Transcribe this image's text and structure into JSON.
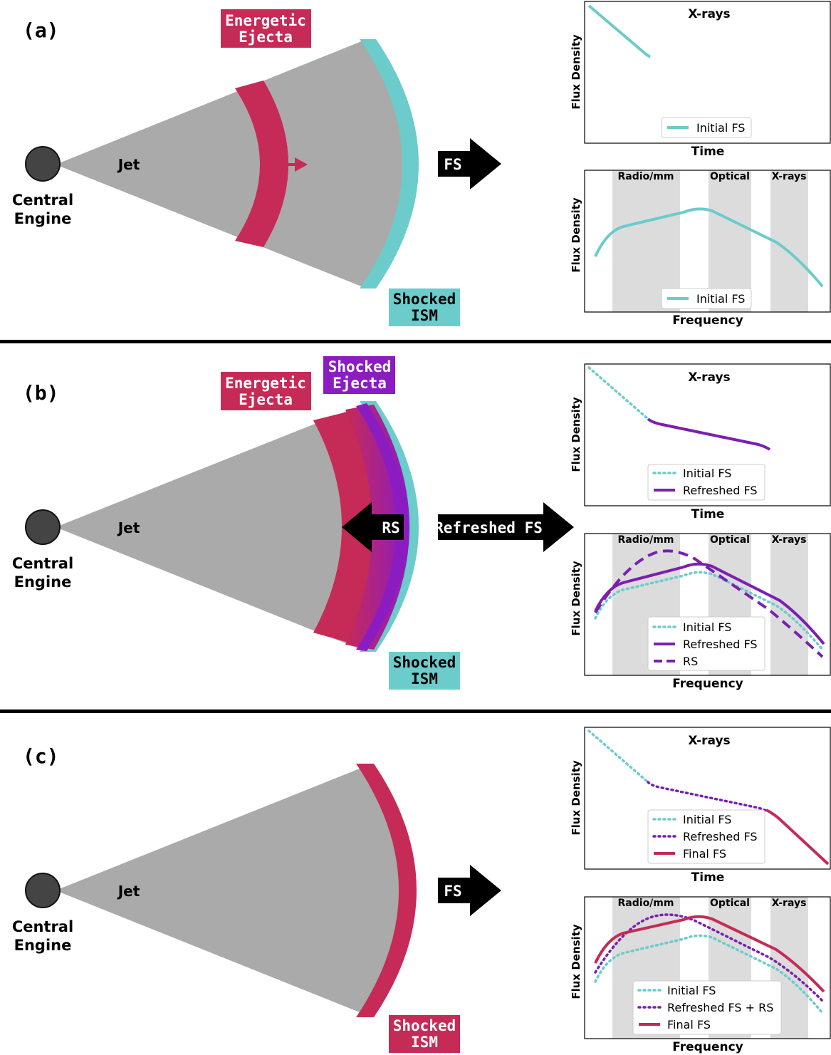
{
  "colors": {
    "cyan": "#6ccbcb",
    "crimson": "#c62a56",
    "purple": "#7b1fb0",
    "purple_bright": "#8b1cc2",
    "jet_gray": "#aaaaaa",
    "engine": "#444444",
    "band_gray": "#dcdcdc",
    "black": "#000000"
  },
  "panels": [
    {
      "label": "(a)",
      "engine_label": [
        "Central",
        "Engine"
      ],
      "jet_label": "Jet",
      "ejecta_tag": [
        "Energetic",
        "Ejecta"
      ],
      "ism_tag": [
        "Shocked",
        "ISM"
      ],
      "ism_color": "cyan",
      "arrow_label": "FS",
      "time_plot": {
        "title": "X-rays",
        "xlabel": "Time",
        "ylabel": "Flux Density",
        "legend": [
          {
            "label": "Initial FS",
            "color": "cyan",
            "style": "solid"
          }
        ]
      },
      "freq_plot": {
        "xlabel": "Frequency",
        "ylabel": "Flux Density",
        "bands": [
          "Radio/mm",
          "Optical",
          "X-rays"
        ],
        "legend": [
          {
            "label": "Initial FS",
            "color": "cyan",
            "style": "solid"
          }
        ]
      }
    },
    {
      "label": "(b)",
      "engine_label": [
        "Central",
        "Engine"
      ],
      "jet_label": "Jet",
      "ejecta_tag": [
        "Energetic",
        "Ejecta"
      ],
      "shocked_ejecta_tag": [
        "Shocked",
        "Ejecta"
      ],
      "ism_tag": [
        "Shocked",
        "ISM"
      ],
      "ism_color": "cyan",
      "arrow_label": "Refreshed FS",
      "rs_label": "RS",
      "time_plot": {
        "title": "X-rays",
        "xlabel": "Time",
        "ylabel": "Flux Density",
        "legend": [
          {
            "label": "Initial FS",
            "color": "cyan",
            "style": "dotted"
          },
          {
            "label": "Refreshed FS",
            "color": "purple",
            "style": "solid"
          }
        ]
      },
      "freq_plot": {
        "xlabel": "Frequency",
        "ylabel": "Flux Density",
        "bands": [
          "Radio/mm",
          "Optical",
          "X-rays"
        ],
        "legend": [
          {
            "label": "Initial FS",
            "color": "cyan",
            "style": "dotted"
          },
          {
            "label": "Refreshed FS",
            "color": "purple",
            "style": "solid"
          },
          {
            "label": "RS",
            "color": "purple",
            "style": "dashed"
          }
        ]
      }
    },
    {
      "label": "(c)",
      "engine_label": [
        "Central",
        "Engine"
      ],
      "jet_label": "Jet",
      "ism_tag": [
        "Shocked",
        "ISM"
      ],
      "ism_color": "crimson",
      "arrow_label": "FS",
      "time_plot": {
        "title": "X-rays",
        "xlabel": "Time",
        "ylabel": "Flux Density",
        "legend": [
          {
            "label": "Initial FS",
            "color": "cyan",
            "style": "dotted"
          },
          {
            "label": "Refreshed FS",
            "color": "purple",
            "style": "dotted"
          },
          {
            "label": "Final FS",
            "color": "crimson",
            "style": "solid"
          }
        ]
      },
      "freq_plot": {
        "xlabel": "Frequency",
        "ylabel": "Flux Density",
        "bands": [
          "Radio/mm",
          "Optical",
          "X-rays"
        ],
        "legend": [
          {
            "label": "Initial FS",
            "color": "cyan",
            "style": "dotted"
          },
          {
            "label": "Refreshed FS + RS",
            "color": "purple",
            "style": "dotted"
          },
          {
            "label": "Final FS",
            "color": "crimson",
            "style": "solid"
          }
        ]
      }
    }
  ]
}
